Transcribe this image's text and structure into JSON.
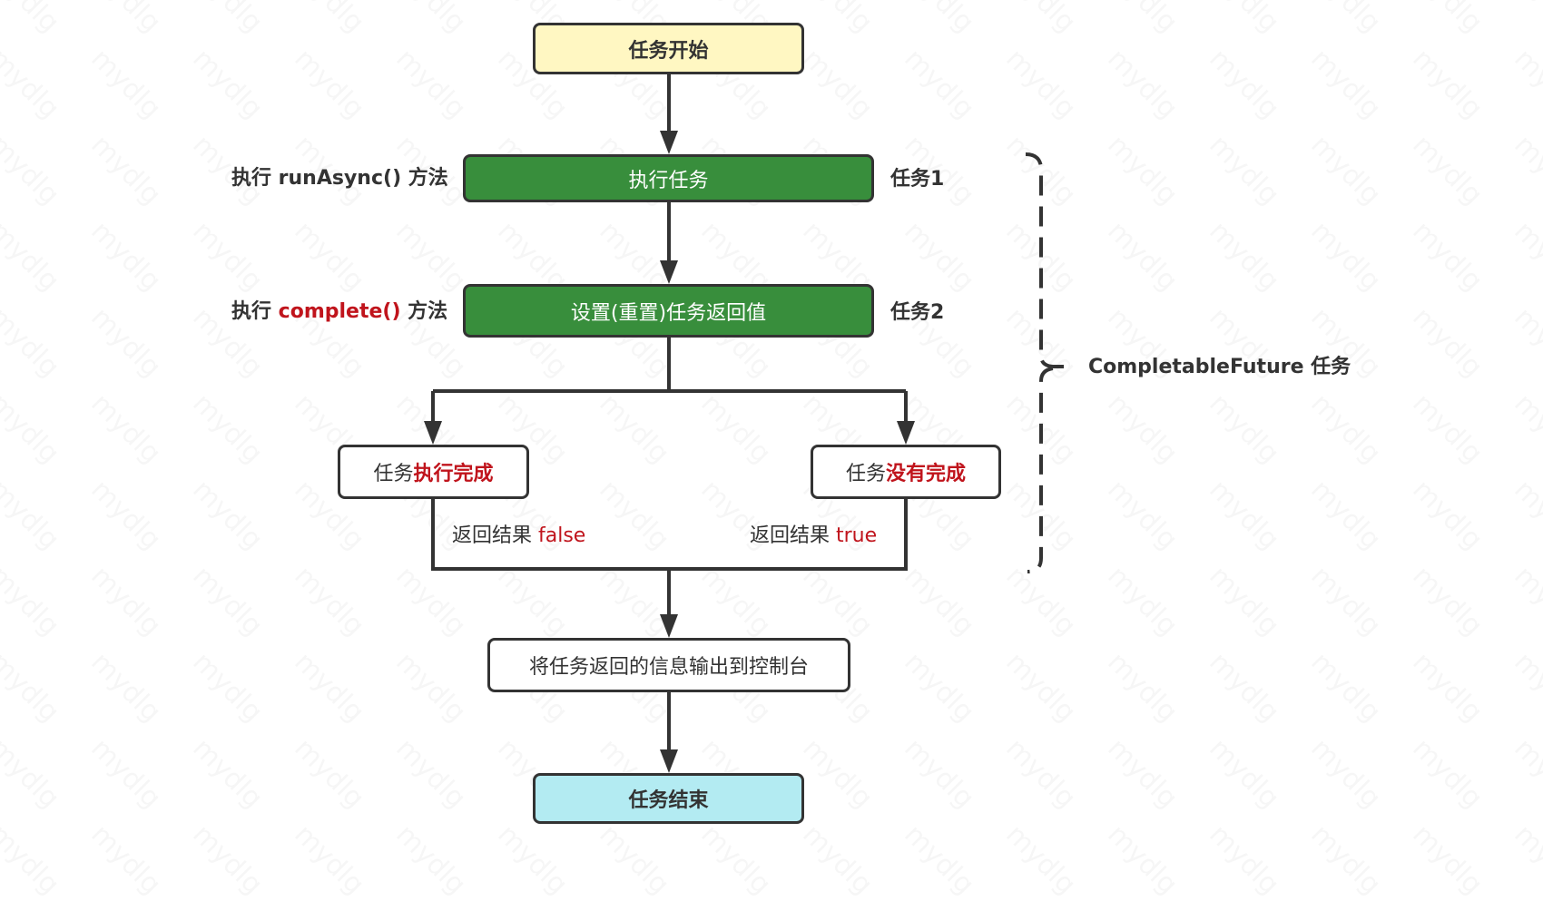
{
  "diagram": {
    "title": "CompletableFuture task flow",
    "colors": {
      "start_fill": "#fff7c2",
      "end_fill": "#b3ebf2",
      "task_fill": "#388e3c",
      "highlight_text": "#c0141c",
      "stroke": "#333333"
    },
    "watermark": "mydlg",
    "nodes": {
      "start": {
        "text": "任务开始"
      },
      "run_task": {
        "text": "执行任务"
      },
      "set_value": {
        "text": "设置(重置)任务返回值"
      },
      "done_branch": {
        "prefix": "任务",
        "highlight": "执行完成"
      },
      "not_done_branch": {
        "prefix": "任务",
        "highlight": "没有完成"
      },
      "output": {
        "text": "将任务返回的信息输出到控制台"
      },
      "end": {
        "text": "任务结束"
      }
    },
    "side_labels": {
      "run_async": {
        "prefix": "执行 ",
        "method": "runAsync()",
        "suffix": " 方法"
      },
      "complete": {
        "prefix": "执行 ",
        "method": "complete()",
        "suffix": " 方法"
      },
      "task1": "任务1",
      "task2": "任务2"
    },
    "edge_labels": {
      "false_result": {
        "prefix": "返回结果 ",
        "value": "false"
      },
      "true_result": {
        "prefix": "返回结果 ",
        "value": "true"
      }
    },
    "group": {
      "label": "CompletableFuture 任务"
    }
  }
}
